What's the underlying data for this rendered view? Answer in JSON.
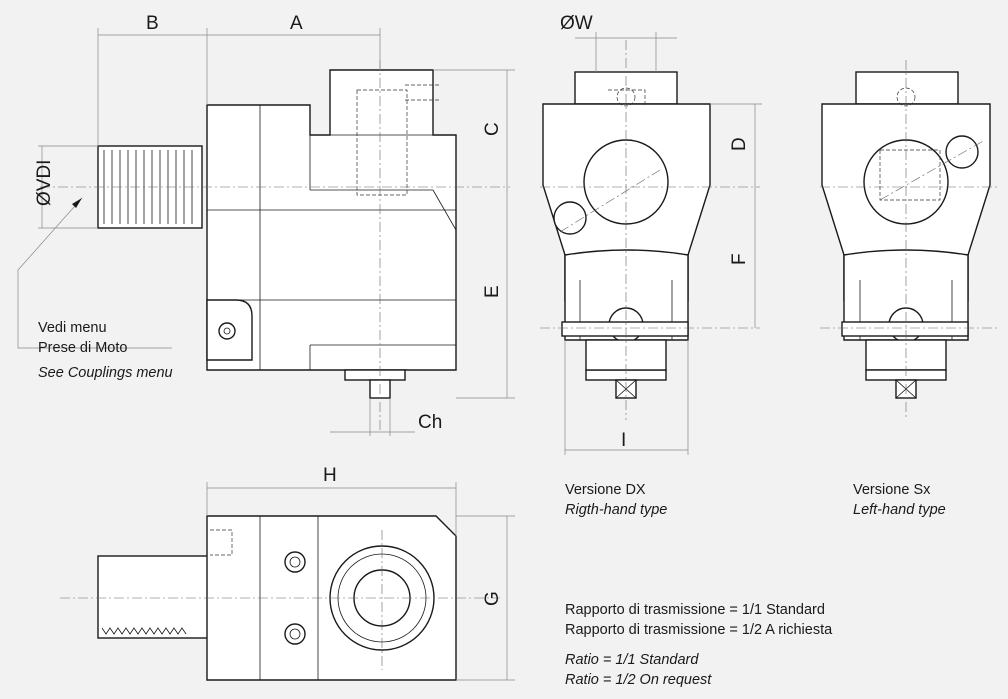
{
  "dimensions": {
    "B": "B",
    "A": "A",
    "W": "ØW",
    "C": "C",
    "D": "D",
    "VDI": "ØVDI",
    "E": "E",
    "F": "F",
    "Ch": "Ch",
    "I": "I",
    "H": "H",
    "G": "G"
  },
  "coupling_note": {
    "line1": "Vedi menu",
    "line2": "Prese di Moto",
    "line3": "See Couplings menu"
  },
  "versions": {
    "dx_it": "Versione DX",
    "dx_en": "Rigth-hand type",
    "sx_it": "Versione Sx",
    "sx_en": "Left-hand type"
  },
  "ratio": {
    "it_line1": "Rapporto di trasmissione = 1/1 Standard",
    "it_line2": "Rapporto di trasmissione = 1/2 A richiesta",
    "en_line1": "Ratio = 1/1 Standard",
    "en_line2": "Ratio = 1/2 On request"
  }
}
